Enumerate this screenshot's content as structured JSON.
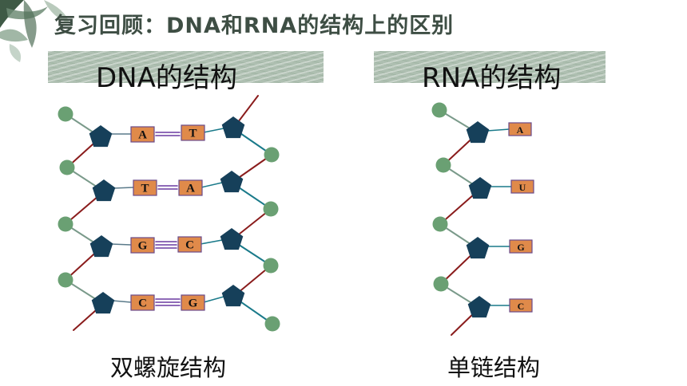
{
  "title": "复习回顾：DNA和RNA的结构上的区别",
  "dna": {
    "heading": "DNA的结构",
    "caption": "双螺旋结构",
    "pairs": [
      {
        "left": "A",
        "right": "T",
        "bonds": 2
      },
      {
        "left": "T",
        "right": "A",
        "bonds": 2
      },
      {
        "left": "G",
        "right": "C",
        "bonds": 3
      },
      {
        "left": "C",
        "right": "G",
        "bonds": 3
      }
    ]
  },
  "rna": {
    "heading": "RNA的结构",
    "caption": "单链结构",
    "bases": [
      "A",
      "U",
      "G",
      "C"
    ]
  },
  "colors": {
    "phosphate": "#6aa073",
    "sugar": "#16405a",
    "base": "#e08a4a",
    "backbone": "#8a1c1c",
    "sugar_phosphate_link": "#1a7a8a",
    "hydrogen_bond": "#6a3aa0"
  }
}
